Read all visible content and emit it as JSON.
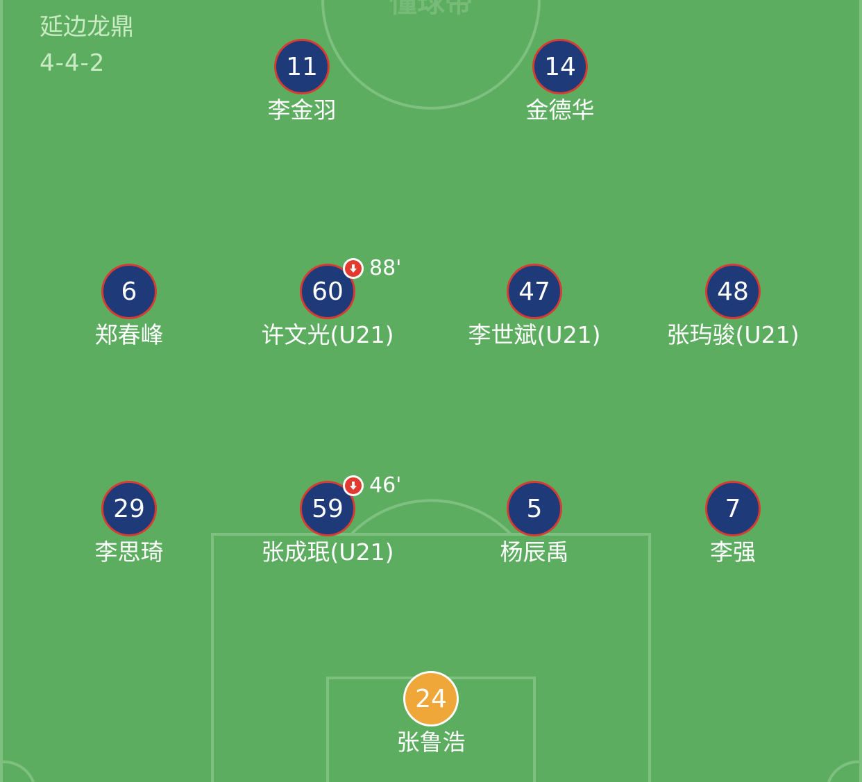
{
  "watermark": "懂球帝",
  "team": {
    "name": "延边龙鼎",
    "formation": "4-4-2"
  },
  "colors": {
    "pitch": "#5cad5f",
    "lines": "#7dc07f",
    "player_badge": "#1e3a78",
    "badge_border": "#d63c32",
    "keeper_badge": "#f0a73a",
    "sub_out": "#e23a2e"
  },
  "players": [
    {
      "number": "11",
      "name": "李金羽"
    },
    {
      "number": "14",
      "name": "金德华"
    },
    {
      "number": "6",
      "name": "郑春峰"
    },
    {
      "number": "60",
      "name": "许文光(U21)",
      "sub_minute": "88'"
    },
    {
      "number": "47",
      "name": "李世斌(U21)"
    },
    {
      "number": "48",
      "name": "张玙骏(U21)"
    },
    {
      "number": "29",
      "name": "李思琦"
    },
    {
      "number": "59",
      "name": "张成珉(U21)",
      "sub_minute": "46'"
    },
    {
      "number": "5",
      "name": "杨辰禹"
    },
    {
      "number": "7",
      "name": "李强"
    },
    {
      "number": "24",
      "name": "张鲁浩",
      "role": "goalkeeper"
    }
  ],
  "icons": {
    "sub_out": "sub-out-arrow-icon"
  }
}
